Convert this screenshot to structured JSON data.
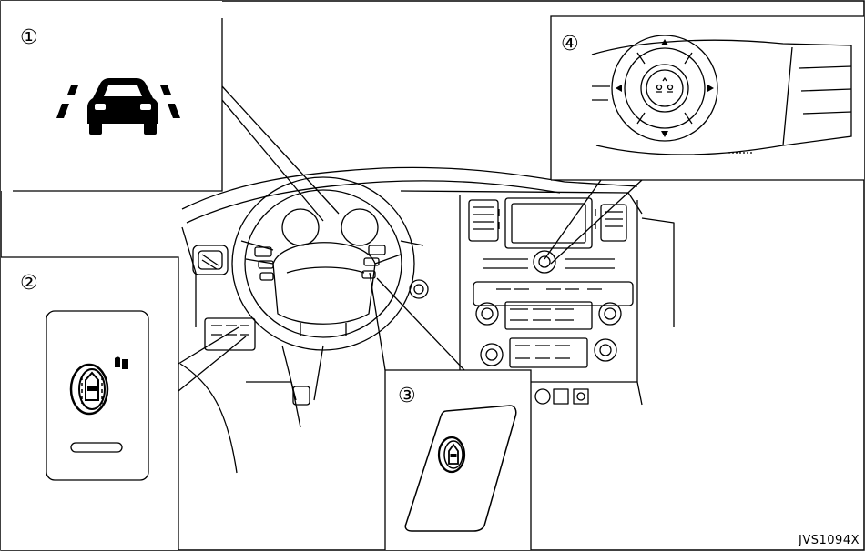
{
  "figure": {
    "code": "JVS1094X",
    "callouts": [
      "①",
      "②",
      "③",
      "④"
    ]
  },
  "icons": {
    "callout_1": "lane-departure-indicator-icon",
    "callout_2": "lane-departure-prevention-switch-icon",
    "callout_3": "steering-wheel-ldp-switch-icon",
    "callout_4": "intelligent-cruise-steering-switch-icon"
  },
  "colors": {
    "line": "#000000",
    "background": "#ffffff"
  }
}
